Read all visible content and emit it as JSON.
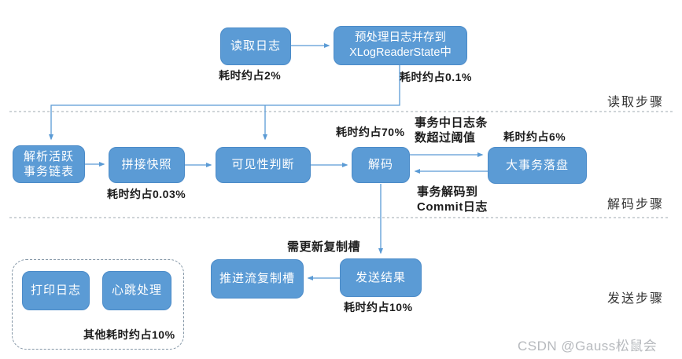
{
  "colors": {
    "box_fill": "#5b9bd5",
    "box_border": "#4b8bc8",
    "connector": "#5b9bd5",
    "separator": "#9fa8b0",
    "container_border": "#8496a6",
    "label_text": "#1c1c1c",
    "section_text": "#333333",
    "watermark_text": "#b6b9bd"
  },
  "nodes": {
    "read_log": "读取日志",
    "preprocess": "预处理日志并存到\nXLogReaderState中",
    "parse_active": "解析活跃\n事务链表",
    "splice_snapshot": "拼接快照",
    "visibility_check": "可见性判断",
    "decode": "解码",
    "big_txn_flush": "大事务落盘",
    "print_log": "打印日志",
    "heartbeat": "心跳处理",
    "advance_slot": "推进流复制槽",
    "send_result": "发送结果"
  },
  "annotations": {
    "read_cost": "耗时约占2%",
    "preprocess_cost": "耗时约占0.1%",
    "snapshot_cost": "耗时约占0.03%",
    "decode_cost": "耗时约占70%",
    "big_txn_cost": "耗时约占6%",
    "threshold_note": "事务中日志条\n数超过阈值",
    "commit_note": "事务解码到\nCommit日志",
    "update_slot_note": "需更新复制槽",
    "send_cost": "耗时约占10%",
    "other_cost": "其他耗时约占10%"
  },
  "sections": {
    "read": "读取步骤",
    "decode": "解码步骤",
    "send": "发送步骤"
  },
  "watermark": "CSDN @Gauss松鼠会"
}
